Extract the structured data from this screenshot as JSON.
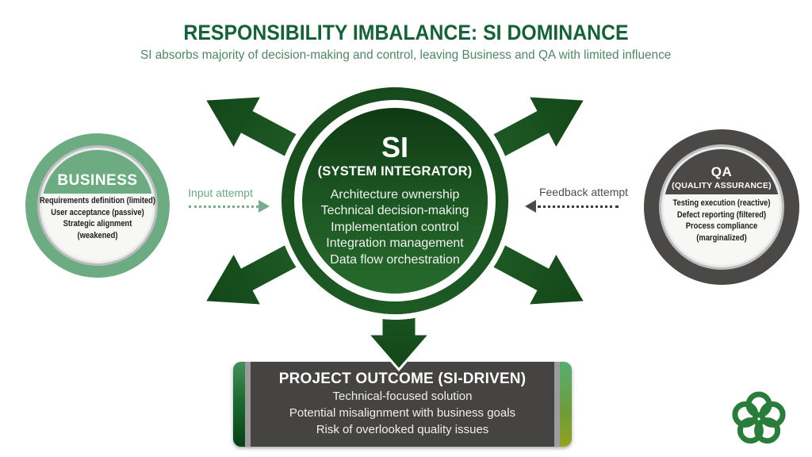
{
  "header": {
    "title": "RESPONSIBILITY IMBALANCE: SI DOMINANCE",
    "subtitle": "SI absorbs majority of decision-making and control, leaving Business and QA with limited influence"
  },
  "business": {
    "title": "BUSINESS",
    "items": [
      "Requirements definition (limited)",
      "User acceptance (passive)",
      "Strategic alignment",
      "(weakened)"
    ]
  },
  "si": {
    "title": "SI",
    "subtitle": "(SYSTEM INTEGRATOR)",
    "items": [
      "Architecture ownership",
      "Technical decision-making",
      "Implementation control",
      "Integration management",
      "Data flow orchestration"
    ]
  },
  "qa": {
    "title": "QA",
    "subtitle": "(QUALITY ASSURANCE)",
    "items": [
      "Testing execution (reactive)",
      "Defect reporting (filtered)",
      "Process compliance",
      "(marginalized)"
    ]
  },
  "connectors": {
    "input_label": "Input attempt",
    "feedback_label": "Feedback attempt"
  },
  "outcome": {
    "title": "PROJECT OUTCOME (SI-DRIVEN)",
    "items": [
      "Technical-focused solution",
      "Potential misalignment with business goals",
      "Risk of overlooked quality issues"
    ]
  },
  "colors": {
    "title_green": "#17613a",
    "subtitle_green": "#4f8566",
    "si_dark_green": "#1c5522",
    "arrow_green": "#1b5b24",
    "business_sage": "#6dac82",
    "qa_gray": "#4a4947",
    "outcome_gray": "#454443",
    "silver": "#9c9c9c",
    "logo_green": "#2a7c3b"
  }
}
